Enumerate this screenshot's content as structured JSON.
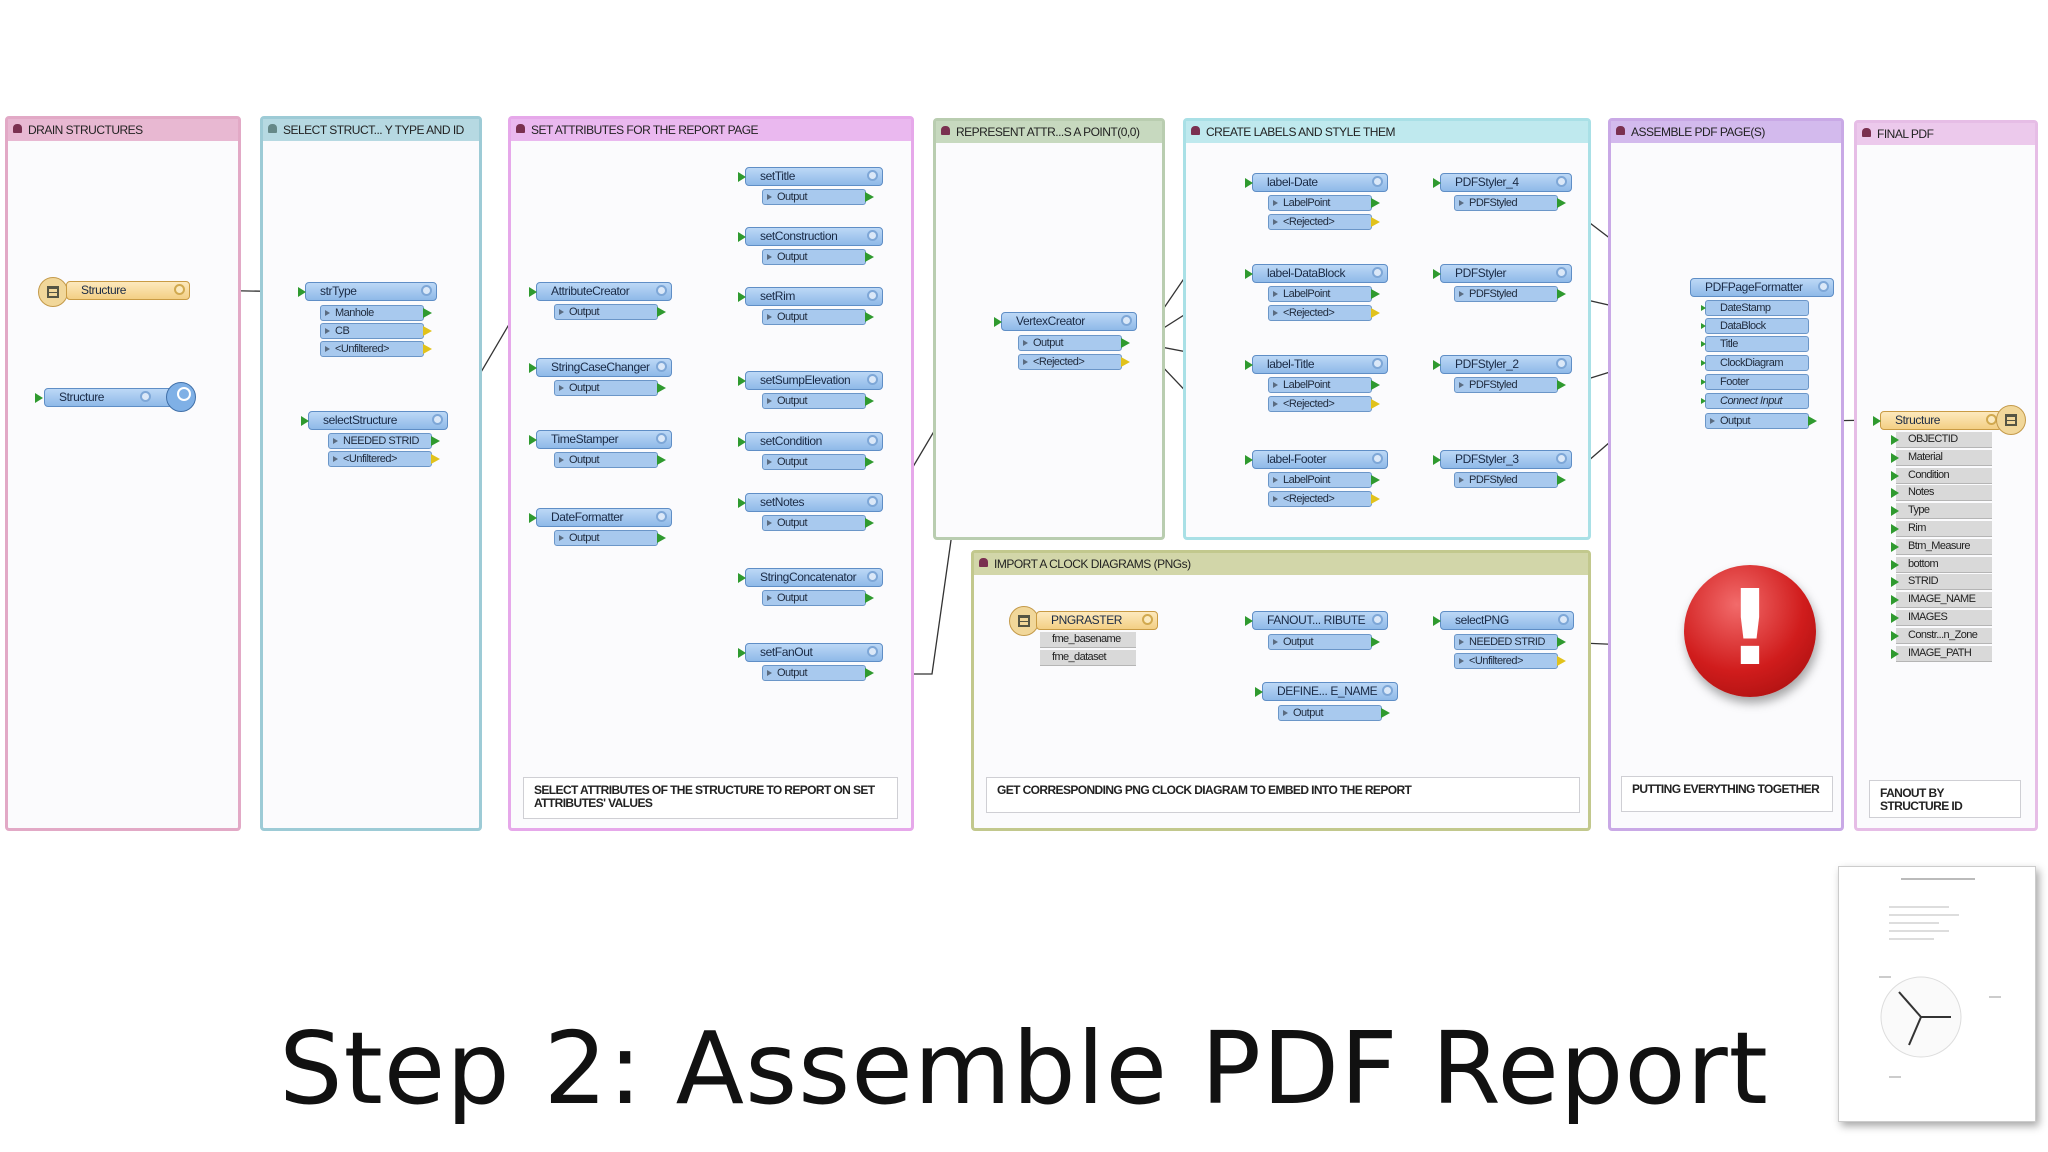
{
  "slide_title": "Step 2: Assemble PDF Report",
  "colors": {
    "drain": "#e2a9c6",
    "select": "#9dcbd6",
    "setattr": "#e6a8ea",
    "represent": "#b9cdb0",
    "labels": "#a9e0e6",
    "assemble": "#c9a9e6",
    "final": "#e6bde6",
    "import": "#c2c88d",
    "warning": "#d01c1c"
  },
  "bookmarks": {
    "drain": {
      "title": "DRAIN STRUCTURES"
    },
    "select": {
      "title": "SELECT STRUCT... Y TYPE AND ID"
    },
    "setattr": {
      "title": "SET ATTRIBUTES FOR THE REPORT PAGE",
      "annotation": "SELECT ATTRIBUTES OF THE STRUCTURE TO REPORT ON SET ATTRIBUTES' VALUES"
    },
    "represent": {
      "title": "REPRESENT ATTR...S A POINT(0,0)"
    },
    "labels": {
      "title": "CREATE LABELS AND STYLE THEM"
    },
    "assemble": {
      "title": "ASSEMBLE PDF PAGE(S)",
      "annotation": "PUTTING EVERYTHING TOGETHER"
    },
    "final": {
      "title": "FINAL PDF",
      "annotation": "FANOUT BY STRUCTURE ID"
    },
    "import": {
      "title": "IMPORT A CLOCK DIAGRAMS (PNGs)",
      "annotation": "GET CORRESPONDING PNG CLOCK DIAGRAM TO EMBED INTO THE REPORT"
    }
  },
  "transformers": {
    "reader_structure": {
      "label": "Structure"
    },
    "inspector_structure": {
      "label": "Structure"
    },
    "strType": {
      "label": "strType",
      "ports": [
        "Manhole",
        "CB",
        "<Unfiltered>"
      ]
    },
    "selectStructure": {
      "label": "selectStructure",
      "ports": [
        "NEEDED STRID",
        "<Unfiltered>"
      ]
    },
    "AttributeCreator": {
      "label": "AttributeCreator",
      "port": "Output"
    },
    "StringCaseChanger": {
      "label": "StringCaseChanger",
      "port": "Output"
    },
    "TimeStamper": {
      "label": "TimeStamper",
      "port": "Output"
    },
    "DateFormatter": {
      "label": "DateFormatter",
      "port": "Output"
    },
    "setTitle": {
      "label": "setTitle",
      "port": "Output"
    },
    "setConstruction": {
      "label": "setConstruction",
      "port": "Output"
    },
    "setRim": {
      "label": "setRim",
      "port": "Output"
    },
    "setSumpElevation": {
      "label": "setSumpElevation",
      "port": "Output"
    },
    "setCondition": {
      "label": "setCondition",
      "port": "Output"
    },
    "setNotes": {
      "label": "setNotes",
      "port": "Output"
    },
    "StringConcatenator": {
      "label": "StringConcatenator",
      "port": "Output"
    },
    "setFanOut": {
      "label": "setFanOut",
      "port": "Output"
    },
    "VertexCreator": {
      "label": "VertexCreator",
      "ports": [
        "Output",
        "<Rejected>"
      ]
    },
    "label_Date": {
      "label": "label-Date",
      "ports": [
        "LabelPoint",
        "<Rejected>"
      ]
    },
    "label_DataBlock": {
      "label": "label-DataBlock",
      "ports": [
        "LabelPoint",
        "<Rejected>"
      ]
    },
    "label_Title": {
      "label": "label-Title",
      "ports": [
        "LabelPoint",
        "<Rejected>"
      ]
    },
    "label_Footer": {
      "label": "label-Footer",
      "ports": [
        "LabelPoint",
        "<Rejected>"
      ]
    },
    "PDFStyler_4": {
      "label": "PDFStyler_4",
      "port": "PDFStyled"
    },
    "PDFStyler": {
      "label": "PDFStyler",
      "port": "PDFStyled"
    },
    "PDFStyler_2": {
      "label": "PDFStyler_2",
      "port": "PDFStyled"
    },
    "PDFStyler_3": {
      "label": "PDFStyler_3",
      "port": "PDFStyled"
    },
    "PDFPageFormatter": {
      "label": "PDFPageFormatter",
      "ports": [
        "DateStamp",
        "DataBlock",
        "Title",
        "ClockDiagram",
        "Footer",
        "Connect Input",
        "Output"
      ]
    },
    "writer_structure": {
      "label": "Structure",
      "attributes": [
        "OBJECTID",
        "Material",
        "Condition",
        "Notes",
        "Type",
        "Rim",
        "Btm_Measure",
        "bottom",
        "STRID",
        "IMAGE_NAME",
        "IMAGES",
        "Constr...n_Zone",
        "IMAGE_PATH"
      ]
    },
    "PNGRASTER": {
      "label": "PNGRASTER",
      "attributes": [
        "fme_basename",
        "fme_dataset"
      ]
    },
    "FANOUT_RIBUTE": {
      "label": "FANOUT... RIBUTE",
      "port": "Output"
    },
    "DEFINE_E_NAME": {
      "label": "DEFINE... E_NAME",
      "port": "Output"
    },
    "selectPNG": {
      "label": "selectPNG",
      "ports": [
        "NEEDED STRID",
        "<Unfiltered>"
      ]
    }
  },
  "warning_icon": "exclamation-icon",
  "thumbnail": {
    "icon": "pdf-page-thumbnail"
  }
}
